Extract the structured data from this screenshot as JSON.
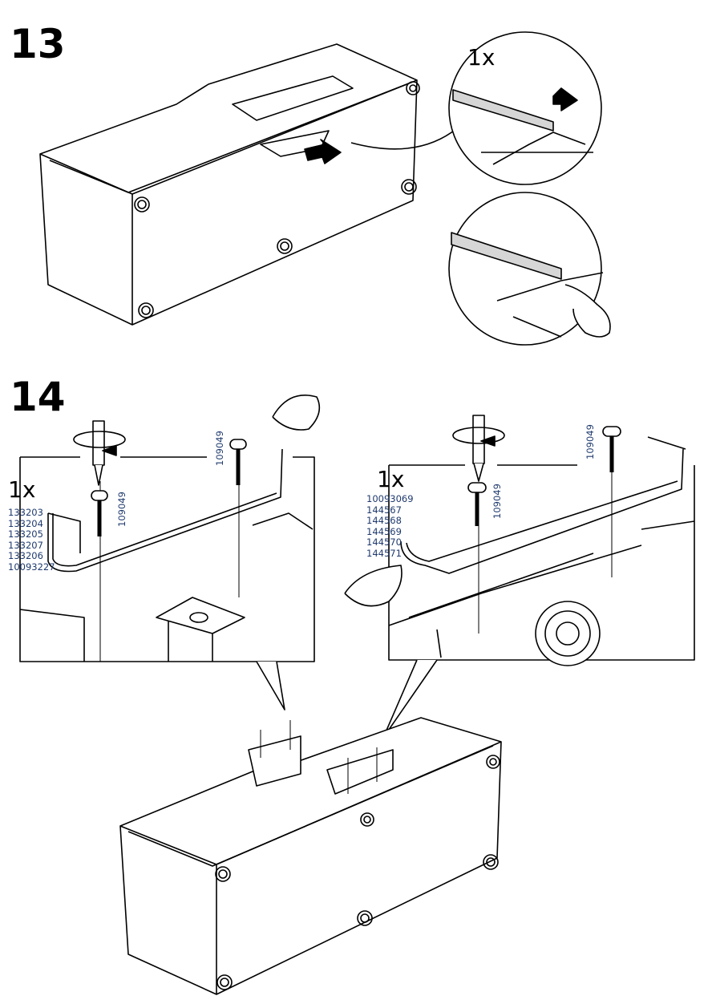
{
  "steps": [
    {
      "number": "13",
      "quantity": "1x"
    },
    {
      "number": "14",
      "left_detail": {
        "quantity": "1x",
        "part_numbers": [
          "133203",
          "133204",
          "133205",
          "133207",
          "133206",
          "10093227"
        ],
        "screw_labels": [
          "109049",
          "109049"
        ]
      },
      "right_detail": {
        "quantity": "1x",
        "part_numbers": [
          "10093069",
          "144567",
          "144568",
          "144569",
          "144570",
          "144571"
        ],
        "screw_labels": [
          "109049",
          "109049"
        ]
      }
    }
  ]
}
